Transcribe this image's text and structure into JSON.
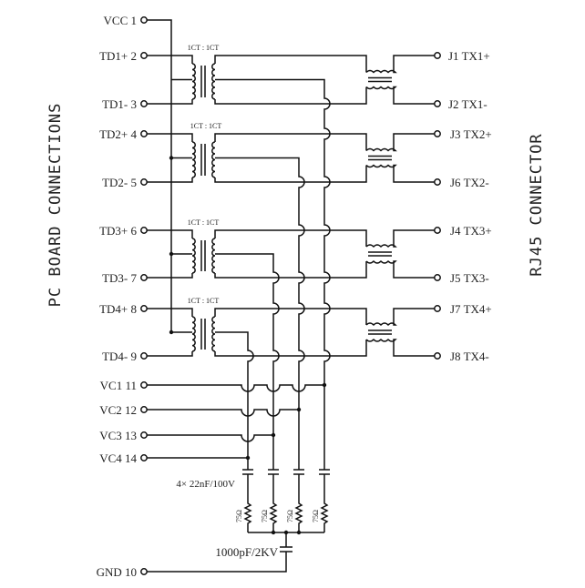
{
  "left_title": "PC BOARD CONNECTIONS",
  "right_title": "RJ45 CONNECTOR",
  "left_pins": {
    "vcc": "VCC  1",
    "pairs": [
      {
        "plus": "TD1+ 2",
        "minus": "TD1- 3",
        "ratio": "1CT : 1CT"
      },
      {
        "plus": "TD2+ 4",
        "minus": "TD2- 5",
        "ratio": "1CT : 1CT"
      },
      {
        "plus": "TD3+ 6",
        "minus": "TD3- 7",
        "ratio": "1CT : 1CT"
      },
      {
        "plus": "TD4+ 8",
        "minus": "TD4- 9",
        "ratio": "1CT : 1CT"
      }
    ],
    "vc": [
      "VC1  11",
      "VC2  12",
      "VC3  13",
      "VC4  14"
    ],
    "gnd": "GND  10"
  },
  "right_pins": [
    {
      "plus": "J1  TX1+",
      "minus": "J2  TX1-"
    },
    {
      "plus": "J3  TX2+",
      "minus": "J6  TX2-"
    },
    {
      "plus": "J4  TX3+",
      "minus": "J5  TX3-"
    },
    {
      "plus": "J7  TX4+",
      "minus": "J8  TX4-"
    }
  ],
  "components": {
    "caps_label": "4×  22nF/100V",
    "resistor_label": "75Ω",
    "gnd_cap_label": "1000pF/2KV"
  },
  "line_color": "#111111"
}
